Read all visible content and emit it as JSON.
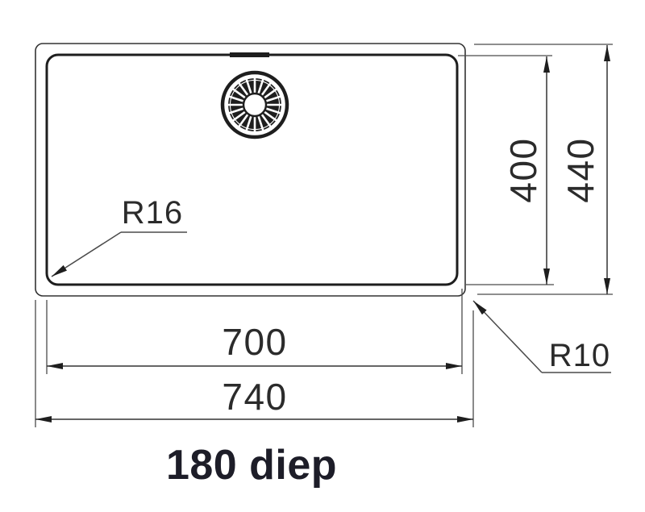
{
  "drawing": {
    "depth_label": "180 diep",
    "dimensions": {
      "bowl_width": "700",
      "overall_width": "740",
      "bowl_depth": "400",
      "overall_depth": "440",
      "bowl_corner_radius": "R16",
      "outer_corner_radius": "R10"
    },
    "colors": {
      "line": "#333333",
      "heavy_line": "#1e1e1e",
      "dimension_text": "#2b2b2b",
      "depth_text": "#1d1d28",
      "background": "#ffffff"
    }
  }
}
